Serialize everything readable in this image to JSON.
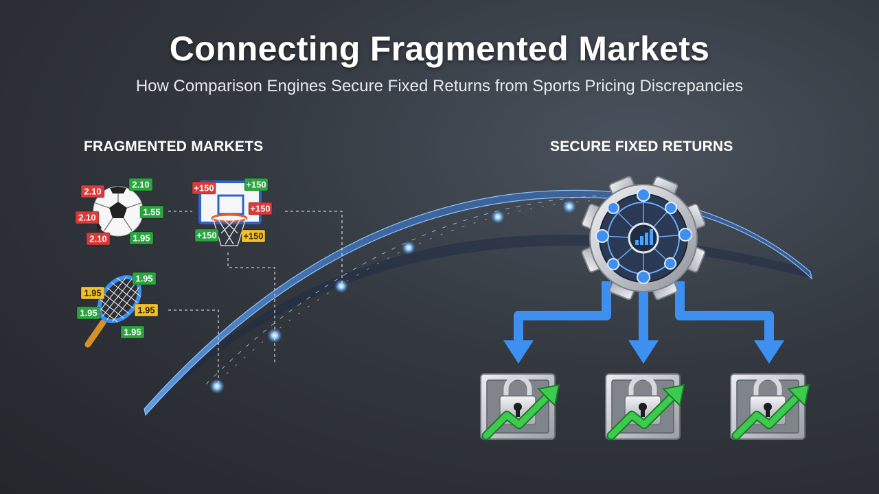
{
  "title": "Connecting Fragmented Markets",
  "subtitle": "How Comparison Engines Secure Fixed Returns from Sports Pricing Discrepancies",
  "left_heading": "FRAGMENTED MARKETS",
  "right_heading": "SECURE FIXED RETURNS",
  "colors": {
    "red": "#d93a3a",
    "green": "#2aa640",
    "yellow": "#f0c12a",
    "blue": "#3d8ff0",
    "gear": "#c9ccd1"
  },
  "markets": [
    {
      "name": "soccer-ball-icon",
      "odds": [
        {
          "text": "2.10",
          "color": "red"
        },
        {
          "text": "2.10",
          "color": "green"
        },
        {
          "text": "2.10",
          "color": "red"
        },
        {
          "text": "1.55",
          "color": "green"
        },
        {
          "text": "2.10",
          "color": "red"
        },
        {
          "text": "1.95",
          "color": "green"
        }
      ]
    },
    {
      "name": "basketball-hoop-icon",
      "odds": [
        {
          "text": "+150",
          "color": "red"
        },
        {
          "text": "+150",
          "color": "green"
        },
        {
          "text": "+150",
          "color": "red"
        },
        {
          "text": "+150",
          "color": "green"
        },
        {
          "text": "+150",
          "color": "yellow"
        }
      ]
    },
    {
      "name": "tennis-racket-icon",
      "odds": [
        {
          "text": "1.95",
          "color": "green"
        },
        {
          "text": "1.95",
          "color": "yellow"
        },
        {
          "text": "1.95",
          "color": "yellow"
        },
        {
          "text": "1.95",
          "color": "green"
        },
        {
          "text": "1.95",
          "color": "green"
        }
      ]
    }
  ],
  "engine": {
    "icon": "gear-chart-icon"
  },
  "outputs": [
    {
      "icon": "lock-growth-icon"
    },
    {
      "icon": "lock-growth-icon"
    },
    {
      "icon": "lock-growth-icon"
    }
  ]
}
